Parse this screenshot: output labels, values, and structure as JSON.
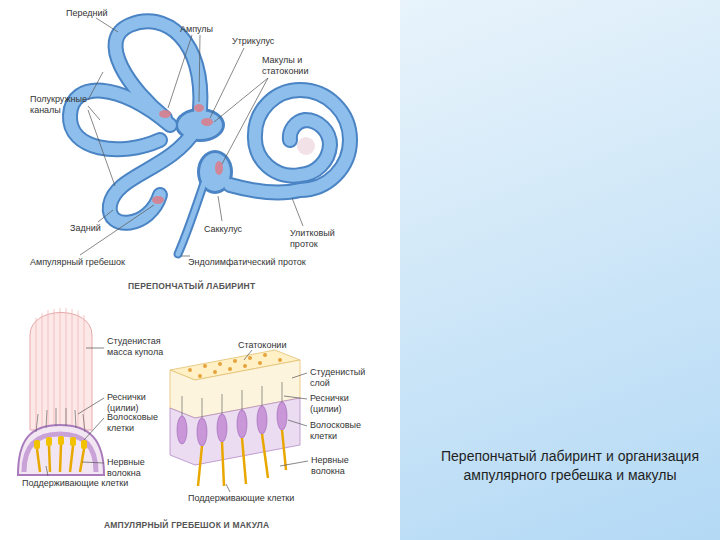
{
  "diagram": {
    "caption": "Перепончатый лабиринт и организация ампулярного гребешка и макулы",
    "labels": [
      "Передний",
      "Ампулы",
      "Утрикулус",
      "Макулы и статоконии",
      "Полукружные каналы",
      "Задний",
      "Саккулус",
      "Улитковый проток",
      "Ампулярный гребешок",
      "Эндолимфатический проток",
      "ПЕРЕПОНЧАТЫЙ ЛАБИРИНТ",
      "Студенистая масса купола",
      "Реснички (цилии)",
      "Волосковые клетки",
      "Нервные волокна",
      "Поддерживающие клетки",
      "Статоконии",
      "Студенистый слой",
      "Реснички (цилии)",
      "Волосковые клетки",
      "Нервные волокна",
      "Поддерживающие клетки",
      "АМПУЛЯРНЫЙ ГРЕБЕШОК И МАКУЛА"
    ]
  }
}
